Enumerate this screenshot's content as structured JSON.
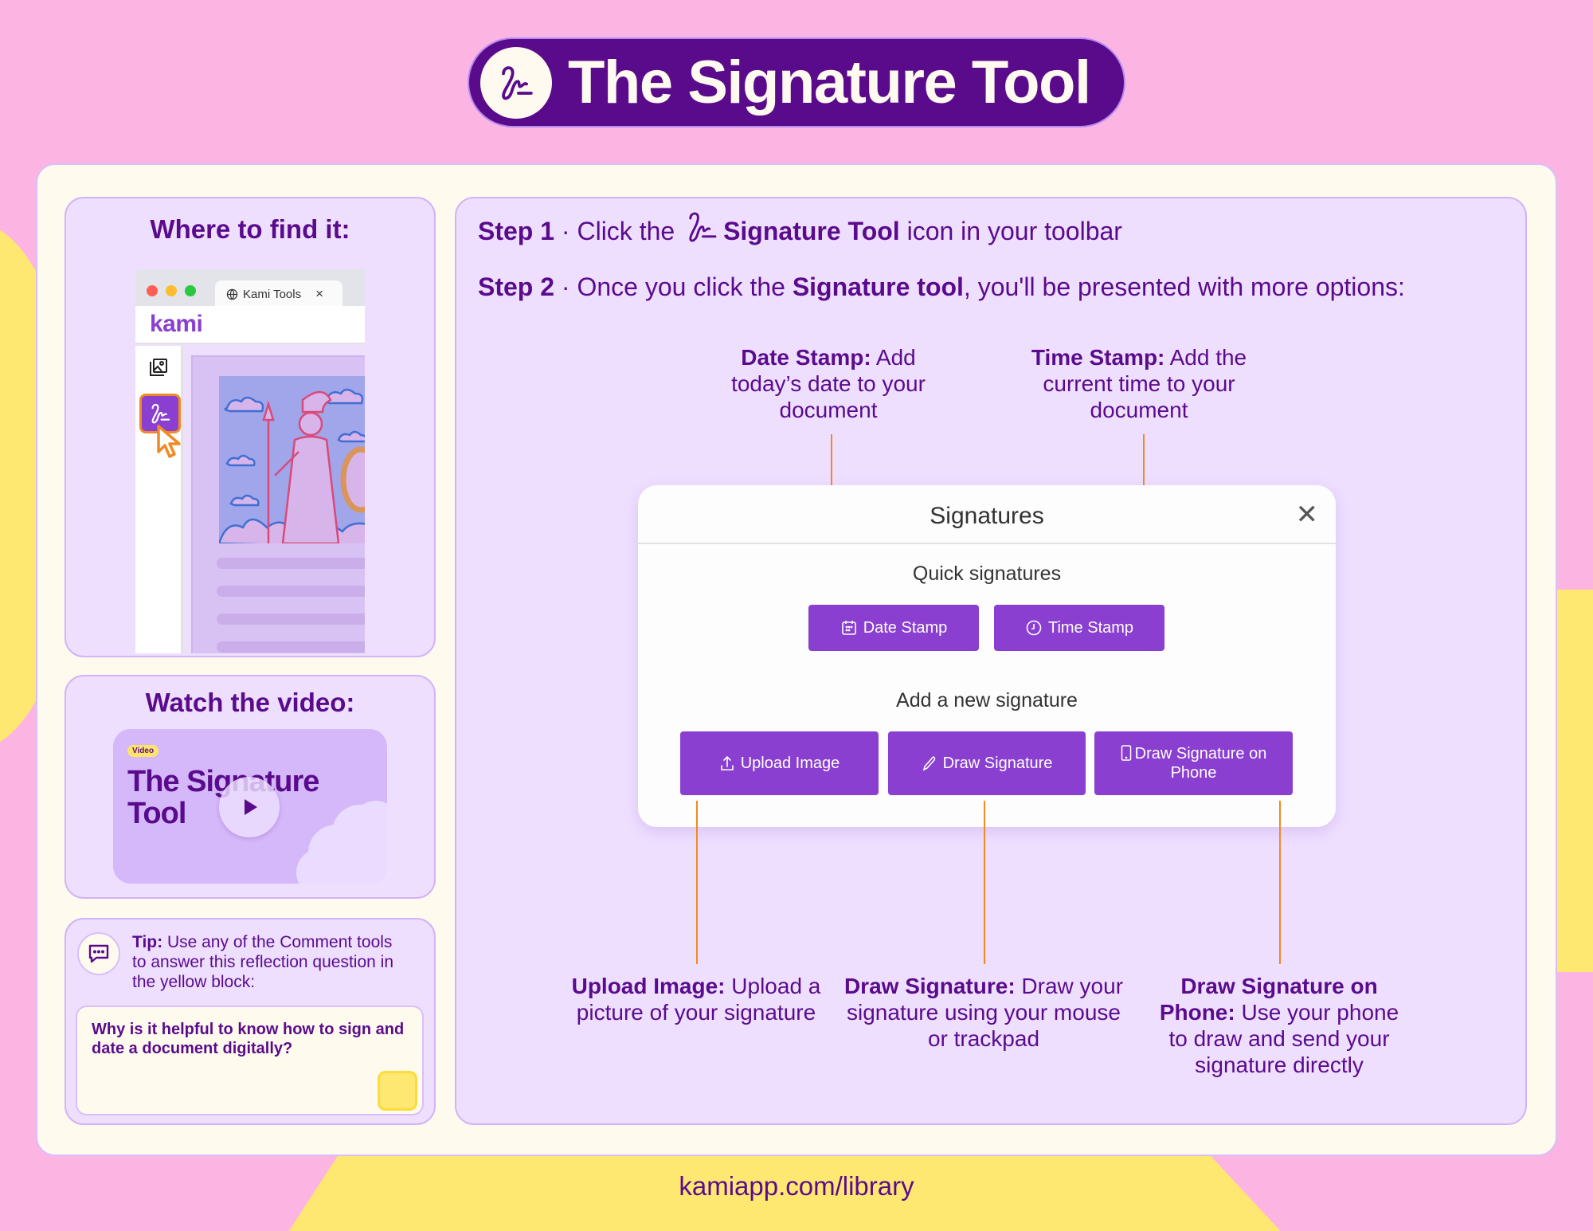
{
  "header": {
    "title": "The Signature Tool",
    "icon": "signature-icon"
  },
  "left_column": {
    "where": {
      "heading": "Where to find it:",
      "browser": {
        "tab_label": "Kami Tools",
        "tab_close": "×",
        "logo": "kami",
        "window_dots": [
          "#ff5f57",
          "#febc2e",
          "#28c840"
        ]
      }
    },
    "video": {
      "heading": "Watch the video:",
      "badge": "Video",
      "thumb_title_line1": "The Signature",
      "thumb_title_line2": "Tool"
    },
    "tip": {
      "label": "Tip:",
      "text": " Use any of the Comment tools to answer this reflection question in the yellow block:",
      "question": "Why is it helpful to know how to sign and date a document digitally?"
    }
  },
  "steps": {
    "step1": {
      "prefix": "Step 1",
      "sep": " · ",
      "before": "Click the ",
      "bold": "Signature Tool",
      "after": " icon in your toolbar"
    },
    "step2": {
      "prefix": "Step 2",
      "sep": " · ",
      "before": "Once you click the ",
      "bold": "Signature tool",
      "after": ", you'll be presented with more options:"
    }
  },
  "annotations": {
    "date_stamp": {
      "bold": "Date Stamp:",
      "text": " Add today’s date to your document"
    },
    "time_stamp": {
      "bold": "Time Stamp:",
      "text": " Add the current time to your document"
    },
    "upload_image": {
      "bold": "Upload Image:",
      "text": " Upload a picture of your signature"
    },
    "draw_signature": {
      "bold": "Draw Signature:",
      "text": " Draw your signature using your mouse or trackpad"
    },
    "draw_on_phone": {
      "bold": "Draw Signature on Phone:",
      "text": " Use your phone to draw and send your signature directly"
    }
  },
  "dialog": {
    "title": "Signatures",
    "close": "✕",
    "quick_heading": "Quick signatures",
    "quick_buttons": [
      {
        "label": "Date Stamp",
        "icon": "calendar-icon"
      },
      {
        "label": "Time Stamp",
        "icon": "clock-icon"
      }
    ],
    "new_heading": "Add a new signature",
    "new_buttons": [
      {
        "label": "Upload Image",
        "icon": "upload-icon"
      },
      {
        "label": "Draw Signature",
        "icon": "pen-icon"
      },
      {
        "label": "Draw Signature on Phone",
        "icon": "phone-icon"
      }
    ]
  },
  "footer": {
    "link": "kamiapp.com/library"
  },
  "colors": {
    "background_pink": "#fcb5e3",
    "accent_yellow": "#ffe872",
    "brand_purple_dark": "#5a0b8c",
    "button_purple": "#8a3fd0",
    "panel_lavender": "#eedfff",
    "card_cream": "#fffaee",
    "leader_orange": "#f08a24"
  }
}
